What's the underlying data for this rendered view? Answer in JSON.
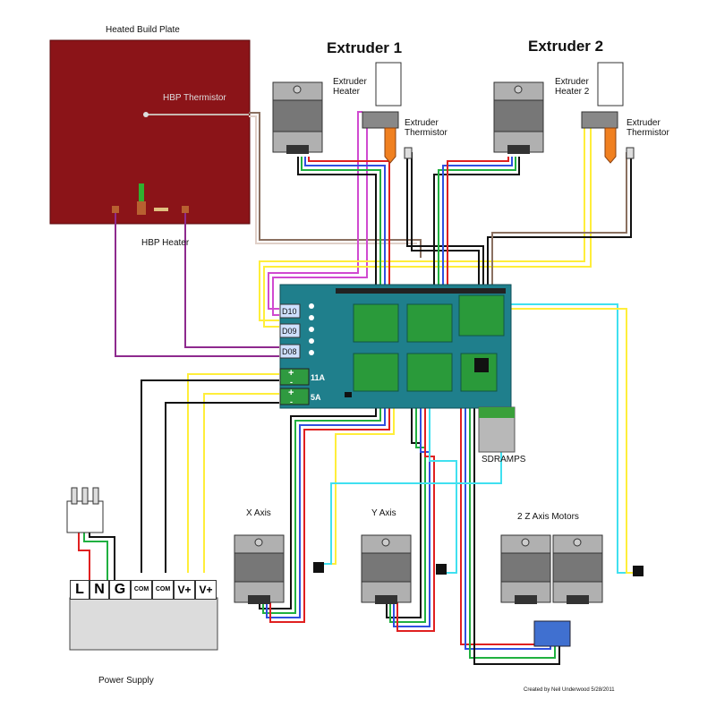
{
  "labels": {
    "heated_build_plate": "Heated Build Plate",
    "hbp_thermistor": "HBP Thermistor",
    "hbp_heater": "HBP Heater",
    "extruder1_title": "Extruder 1",
    "extruder2_title": "Extruder 2",
    "extruder_heater": "Extruder\nHeater",
    "extruder_heater2": "Extruder\nHeater 2",
    "extruder_thermistor": "Extruder\nThermistor",
    "extruder2_thermistor": "Extruder\nThermistor",
    "sdramps": "SDRAMPS",
    "x_axis": "X Axis",
    "y_axis": "Y Axis",
    "z_axis": "2 Z Axis Motors",
    "power_supply": "Power Supply",
    "credit": "Created by Neil Underwood 5/28/2011"
  },
  "board": {
    "d10": "D10",
    "d9": "D09",
    "d8": "D08",
    "amp11": "11A",
    "amp5": "5A",
    "plus": "+",
    "minus": "-"
  },
  "psu_terminals": [
    "L",
    "N",
    "G",
    "COM",
    "COM",
    "V+",
    "V+"
  ],
  "colors": {
    "plate": "#8b1418",
    "board": "#1f7f8c",
    "wire_purple": "#8e2a8e",
    "wire_magenta": "#d04ad0",
    "wire_yellow": "#ffee3a",
    "wire_black": "#111111",
    "wire_red": "#e02020",
    "wire_green": "#20b040",
    "wire_blue": "#3050e0",
    "wire_cyan": "#40e0f0",
    "wire_gray": "#8a7060",
    "nozzle": "#f08020"
  }
}
